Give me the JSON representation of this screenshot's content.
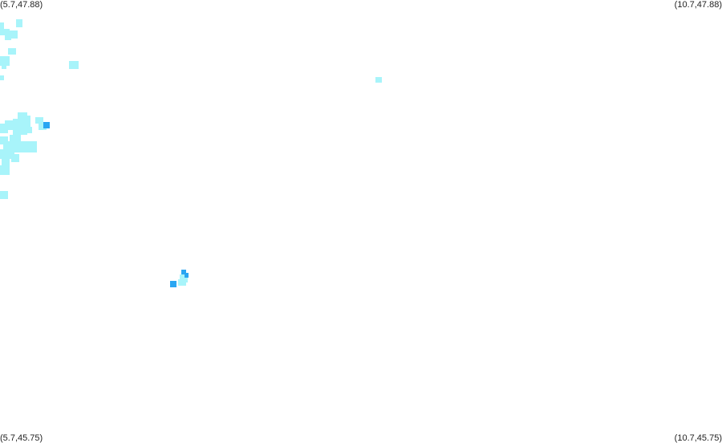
{
  "corner_labels": {
    "top_left": "(5.7,47.88)",
    "top_right": "(10.7,47.88)",
    "bottom_left": "(5.7,45.75)",
    "bottom_right": "(10.7,45.75)"
  },
  "extent": {
    "lon_min": 5.7,
    "lon_max": 10.7,
    "lat_min": 45.75,
    "lat_max": 47.88
  },
  "colors": {
    "background": "#ffffff",
    "light_cell": "#a8f4fa",
    "dark_cell": "#2aa6f2"
  }
}
